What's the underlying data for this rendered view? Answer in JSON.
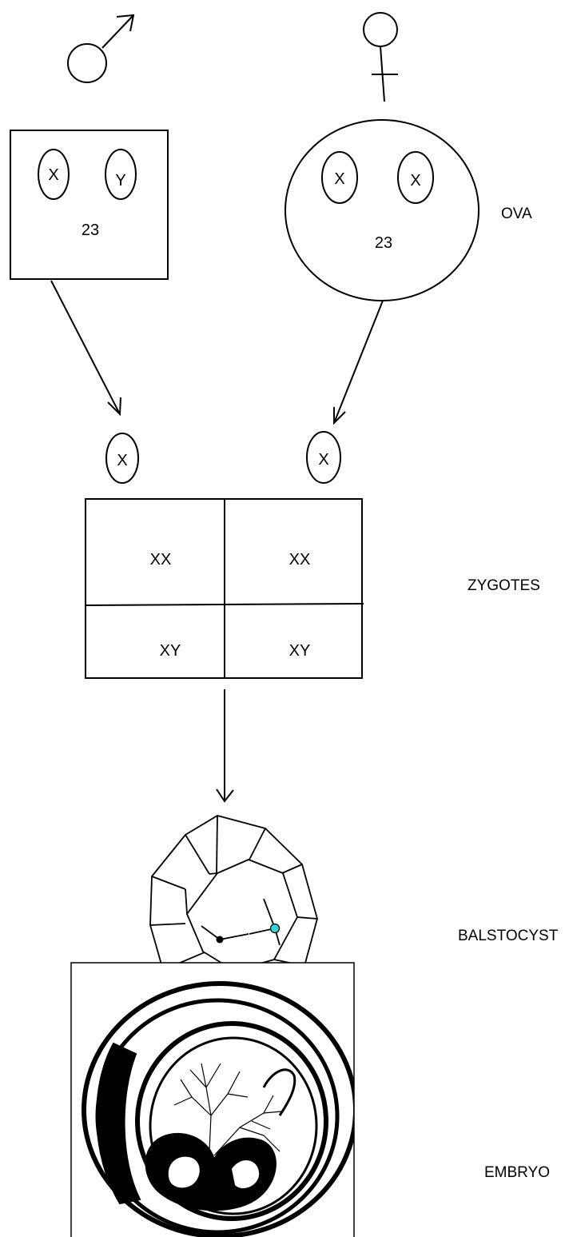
{
  "male": {
    "chromosomes": [
      "X",
      "Y"
    ],
    "count": "23"
  },
  "female": {
    "chromosomes": [
      "X",
      "X"
    ],
    "count": "23"
  },
  "gametes": [
    "X",
    "X"
  ],
  "zygote_grid": {
    "cells": [
      "XX",
      "XX",
      "XY",
      "XY"
    ]
  },
  "labels": {
    "ova": "OVA",
    "zygotes": "ZYGOTES",
    "blastocyst": "BALSTOCYST",
    "embryo": "EMBRYO"
  },
  "colors": {
    "stroke": "#000000",
    "blastocyst_highlight": "#2fd6d6"
  }
}
